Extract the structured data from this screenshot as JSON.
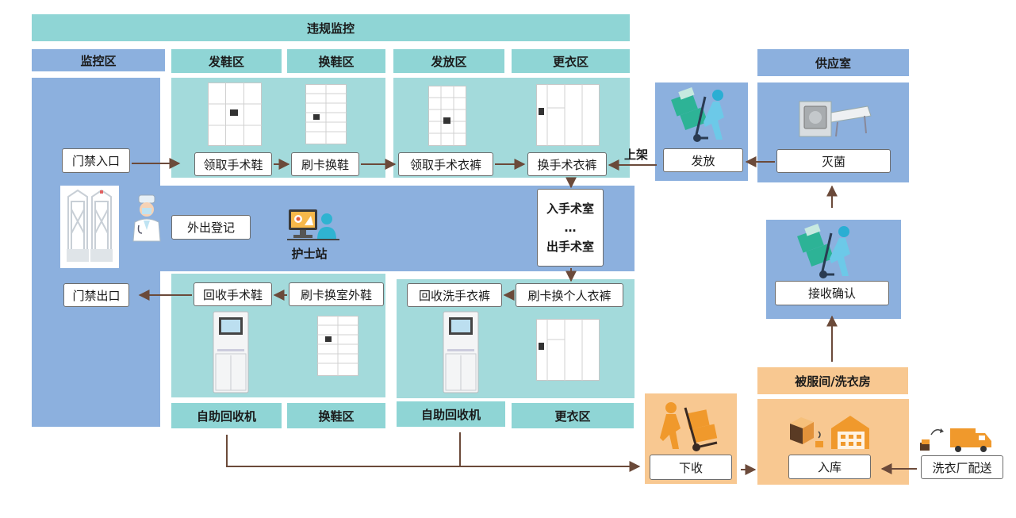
{
  "headers": {
    "violation_monitor": "违规监控",
    "monitor_zone": "监控区",
    "shoe_issue_zone": "发鞋区",
    "shoe_change_zone_top": "换鞋区",
    "issue_zone": "发放区",
    "changing_zone_top": "更衣区",
    "supply_room": "供应室",
    "self_recycler_1": "自助回收机",
    "shoe_change_zone_bottom": "换鞋区",
    "self_recycler_2": "自助回收机",
    "changing_zone_bottom": "更衣区",
    "linen_laundry": "被服间/洗衣房"
  },
  "steps": {
    "entry_gate": "门禁入口",
    "get_surgical_shoes": "领取手术鞋",
    "card_change_shoes": "刷卡换鞋",
    "get_surgical_clothes": "领取手术衣裤",
    "change_surgical_clothes": "换手术衣裤",
    "dispatch": "发放",
    "sterilize": "灭菌",
    "outing_register": "外出登记",
    "nurse_station": "护士站",
    "enter_or": "入手术室",
    "ellipsis": "…",
    "exit_or": "出手术室",
    "receive_confirm": "接收确认",
    "exit_gate": "门禁出口",
    "recycle_surgical_shoes": "回收手术鞋",
    "card_change_outdoor_shoes": "刷卡换室外鞋",
    "recycle_wash_clothes": "回收洗手衣裤",
    "card_change_personal_clothes": "刷卡换个人衣裤",
    "collect": "下收",
    "warehouse_in": "入库",
    "laundry_delivery": "洗衣厂配送"
  },
  "arrow_labels": {
    "shelve": "上架"
  },
  "icons": {
    "gate": "security-gate-icon",
    "doctor": "doctor-icon",
    "nurse": "nurse-station-icon",
    "cart": "hand-truck-worker-icon",
    "cabinet": "locker-cabinet-icon",
    "recycler": "recycling-machine-icon",
    "sterilizer": "sterilizer-icon",
    "warehouse": "warehouse-icon",
    "truck": "delivery-truck-icon"
  },
  "colors": {
    "teal_header": "#8fd5d5",
    "teal_zone": "#a3dadb",
    "blue": "#8cb0de",
    "orange": "#f8c891",
    "arrow": "#6b4a3a",
    "figure_teal": "#3bbfa9",
    "figure_orange": "#f0992c"
  }
}
